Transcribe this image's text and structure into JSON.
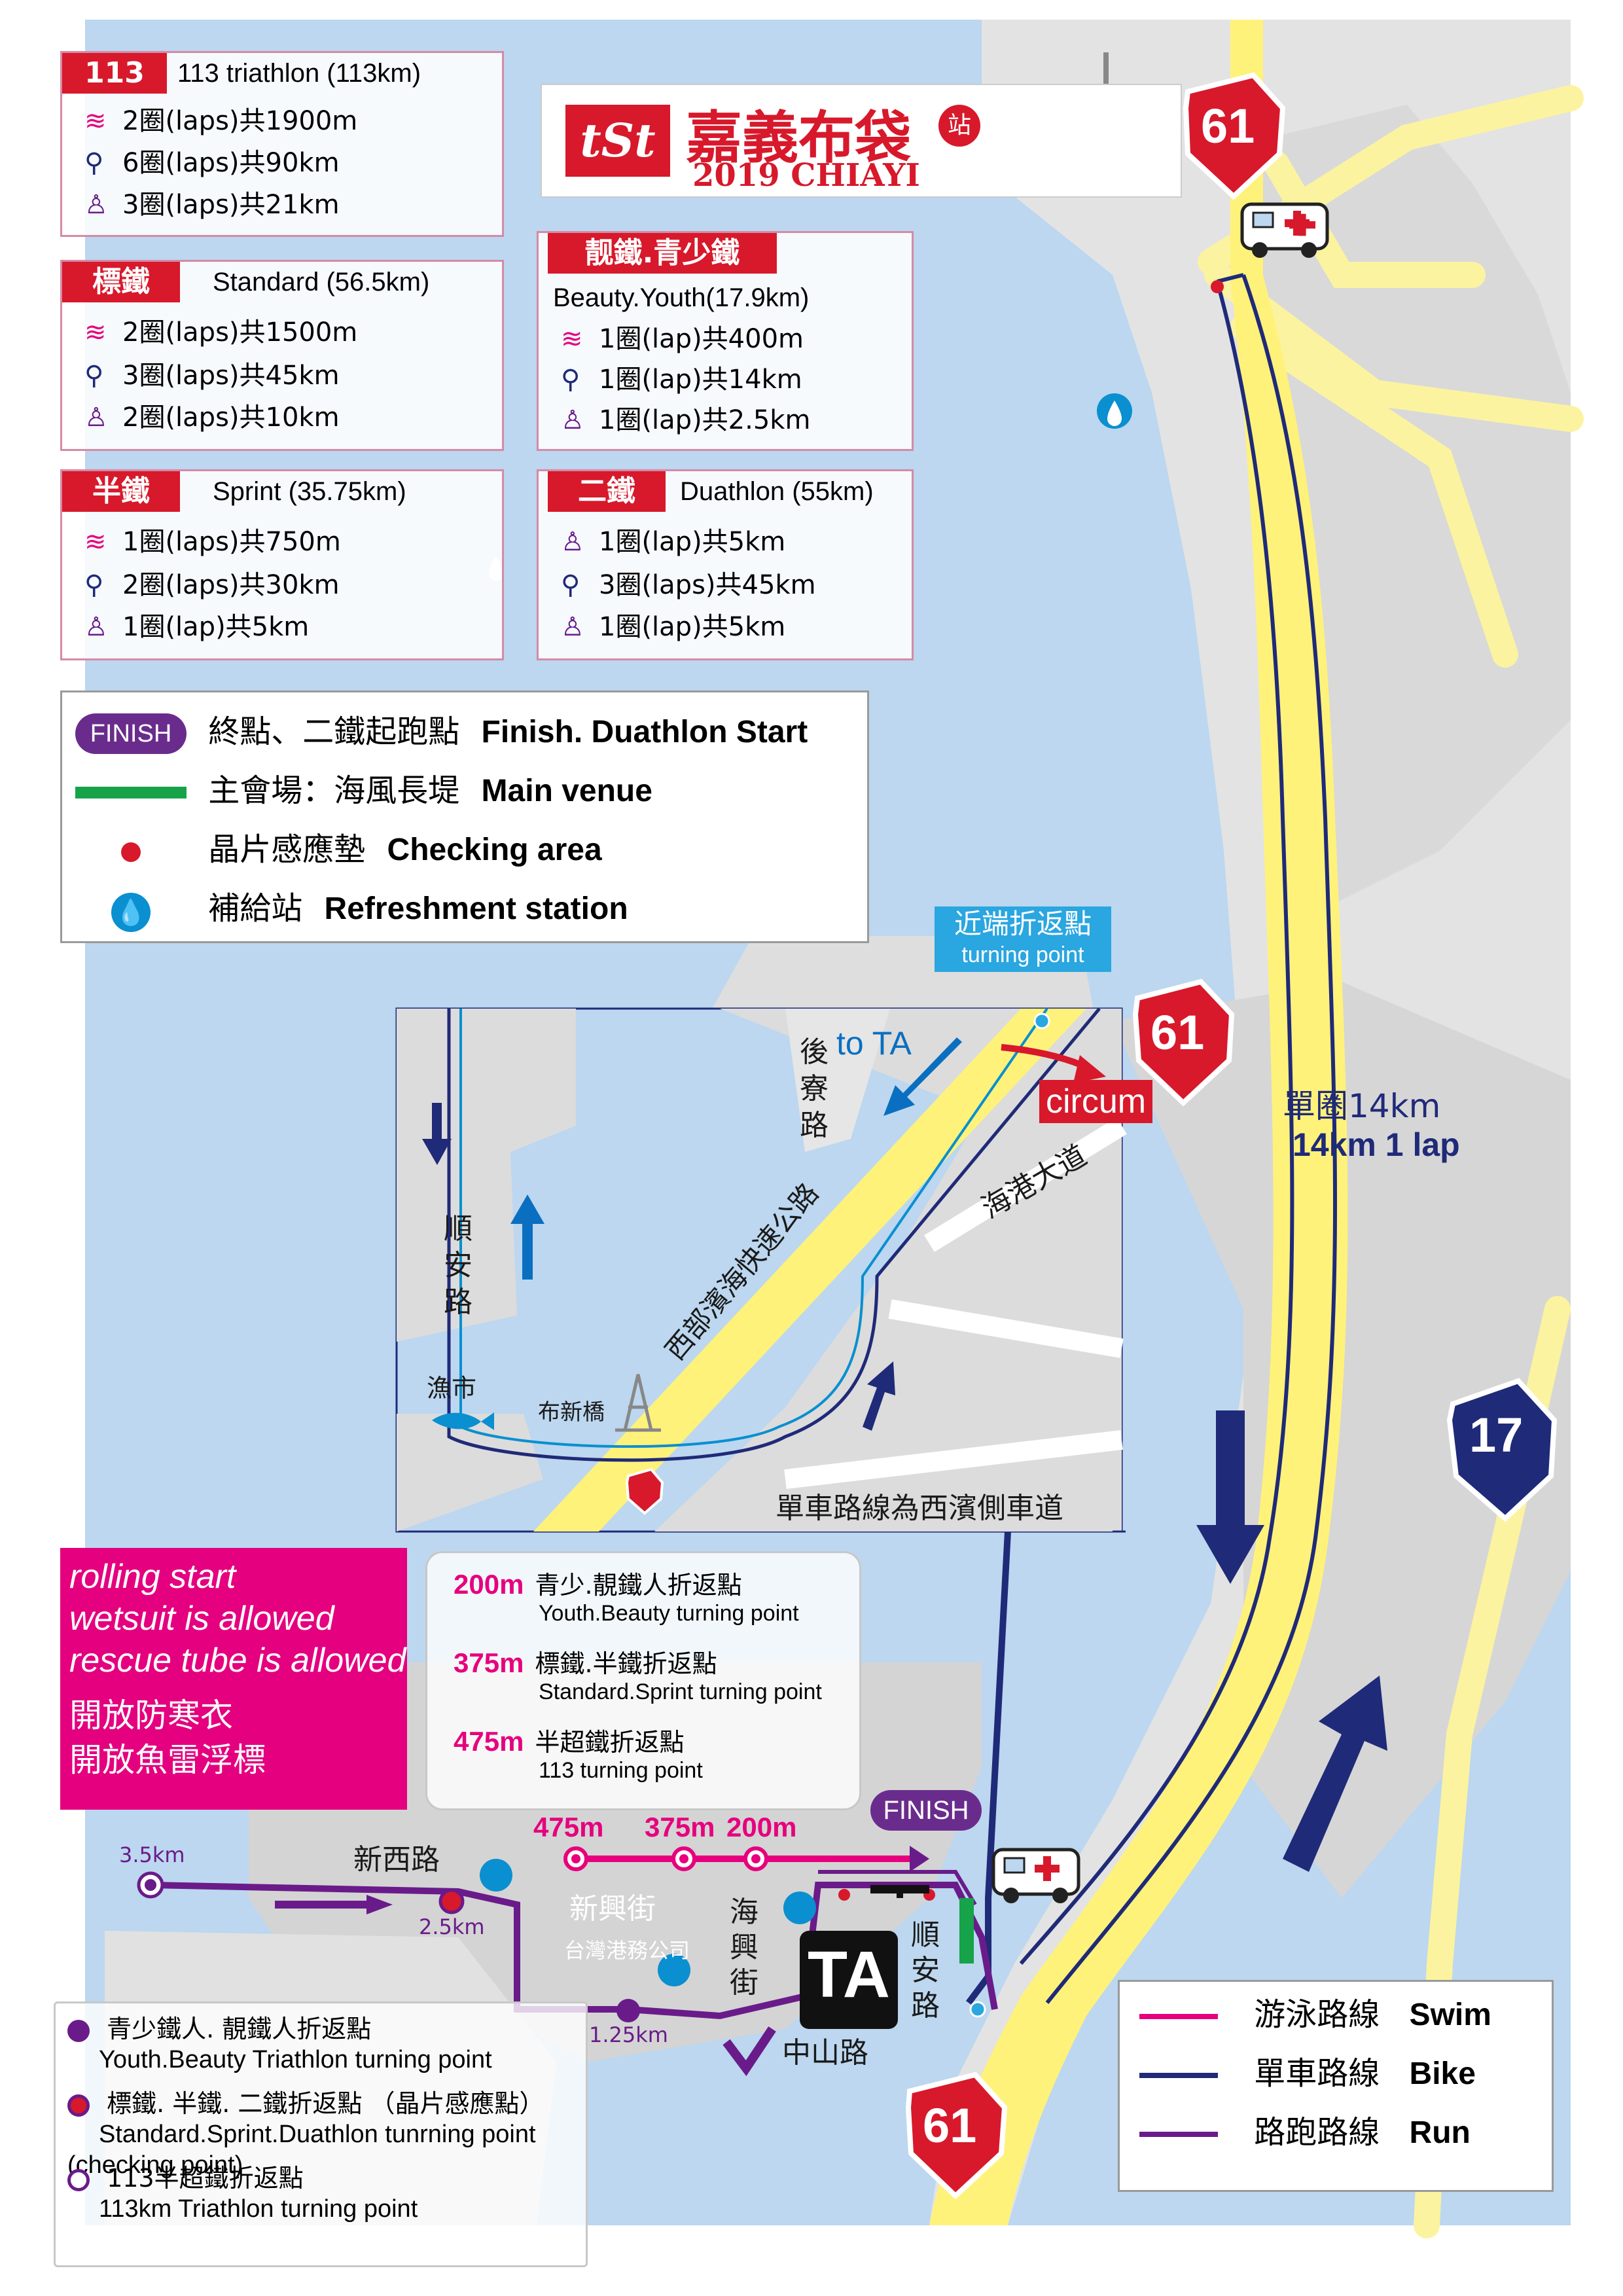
{
  "header": {
    "logo": "tSt",
    "title_cn": "嘉義布袋",
    "title_badge": "站",
    "title_en": "2019 CHIAYI"
  },
  "races": [
    {
      "tag": "113",
      "title": "113 triathlon (113km)",
      "rows": [
        {
          "icon": "swim-icon",
          "text": "2圈(laps)共1900m"
        },
        {
          "icon": "bike-icon",
          "text": "6圈(laps)共90km"
        },
        {
          "icon": "run-icon",
          "text": "3圈(laps)共21km"
        }
      ]
    },
    {
      "tag": "標鐵",
      "title": "Standard (56.5km)",
      "rows": [
        {
          "icon": "swim-icon",
          "text": "2圈(laps)共1500m"
        },
        {
          "icon": "bike-icon",
          "text": "3圈(laps)共45km"
        },
        {
          "icon": "run-icon",
          "text": "2圈(laps)共10km"
        }
      ]
    },
    {
      "tag": "半鐵",
      "title": "Sprint (35.75km)",
      "rows": [
        {
          "icon": "swim-icon",
          "text": "1圈(laps)共750m"
        },
        {
          "icon": "bike-icon",
          "text": "2圈(laps)共30km"
        },
        {
          "icon": "run-icon",
          "text": "1圈(lap)共5km"
        }
      ]
    },
    {
      "tag": "靓鐵.青少鐵",
      "title": "Beauty.Youth(17.9km)",
      "rows": [
        {
          "icon": "swim-icon",
          "text": "1圈(lap)共400m"
        },
        {
          "icon": "bike-icon",
          "text": "1圈(lap)共14km"
        },
        {
          "icon": "run-icon",
          "text": "1圈(lap)共2.5km"
        }
      ]
    },
    {
      "tag": "二鐵",
      "title": "Duathlon (55km)",
      "rows": [
        {
          "icon": "run-icon",
          "text": "1圈(lap)共5km"
        },
        {
          "icon": "bike-icon",
          "text": "3圈(laps)共45km"
        },
        {
          "icon": "run-icon",
          "text": "1圈(lap)共5km"
        }
      ]
    }
  ],
  "legend_main": [
    {
      "icon": "finish-badge",
      "badge": "FINISH",
      "cn": "終點、二鐵起跑點",
      "en": "Finish. Duathlon Start"
    },
    {
      "icon": "green-line",
      "cn": "主會場：海風長堤",
      "en": "Main venue"
    },
    {
      "icon": "red-dot",
      "cn": "晶片感應墊",
      "en": "Checking area"
    },
    {
      "icon": "water-drop-icon",
      "cn": "補給站",
      "en": "Refreshment station"
    }
  ],
  "legend_routes": [
    {
      "cn": "游泳路線",
      "en": "Swim",
      "color": "#e6007e"
    },
    {
      "cn": "單車路線",
      "en": "Bike",
      "color": "#1f2a78"
    },
    {
      "cn": "路跑路線",
      "en": "Run",
      "color": "#6a1b8a"
    }
  ],
  "legend_run_points": [
    {
      "cn": "青少鐵人. 靚鐵人折返點",
      "en": "Youth.Beauty Triathlon turning point"
    },
    {
      "cn": "標鐵. 半鐵. 二鐵折返點 （晶片感應點）",
      "en": "Standard.Sprint.Duathlon tunrning point  (checking point)"
    },
    {
      "cn": "113半超鐵折返點",
      "en": "113km Triathlon turning point"
    }
  ],
  "swim_info": {
    "lines": [
      "rolling start",
      "wetsuit is allowed",
      "rescue tube is allowed"
    ],
    "cn_lines": [
      "開放防寒衣",
      "開放魚雷浮標"
    ]
  },
  "swim_turns": [
    {
      "dist": "200m",
      "cn": "青少.靚鐵人折返點",
      "en": "Youth.Beauty turning point"
    },
    {
      "dist": "375m",
      "cn": "標鐵.半鐵折返點",
      "en": "Standard.Sprint turning point"
    },
    {
      "dist": "475m",
      "cn": "半超鐵折返點",
      "en": "113 turning point"
    }
  ],
  "map_labels": {
    "highway_61": "61",
    "highway_17": "17",
    "lap_cn": "單圈14km",
    "lap_en": "14km 1 lap",
    "near_turn_cn": "近端折返點",
    "near_turn_en": "turning point",
    "circum": "circum",
    "to_ta": "to TA",
    "road_houliao": "後寮路",
    "road_shunan": "順安路",
    "road_harbor": "海港大道",
    "road_expressway": "西部濱海快速公路",
    "fish_market": "漁市",
    "bridge": "布新橋",
    "bike_lane_note": "單車路線為西濱側車道",
    "finish": "FINISH",
    "xinxi_road": "新西路",
    "xinxing_st": "新興街",
    "port_company": "台灣港務公司",
    "haixing_st": "海興街",
    "shunan_rd": "順安路",
    "zhongshan_rd": "中山路",
    "ta": "TA",
    "km_35": "3.5km",
    "km_25": "2.5km",
    "km_125": "1.25km",
    "swim_475": "475m",
    "swim_375": "375m",
    "swim_200": "200m"
  },
  "colors": {
    "sea": "#bcd7ef",
    "land": "#e6e6e6",
    "road": "#ffffff",
    "highway": "#fff27a",
    "bike_route": "#1f2a78",
    "run_route": "#6a1b8a",
    "swim_route": "#e6007e",
    "accent_red": "#d7192b",
    "finish_purple": "#6a2c8c",
    "swim_info_bg": "#e4007f"
  }
}
